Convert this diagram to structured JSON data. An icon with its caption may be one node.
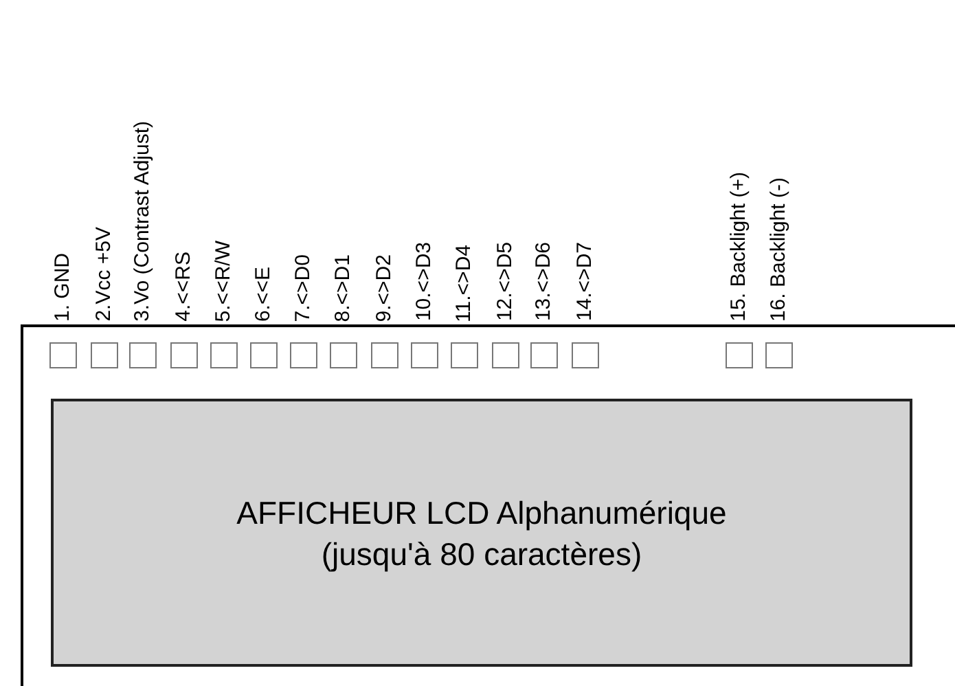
{
  "diagram": {
    "nodes": [
      {
        "text": [],
        "shape": "box"
      },
      {
        "text": [
          "1. GND"
        ],
        "in": 0
      },
      {
        "text": [
          "2.Vcc +5V"
        ],
        "in": 0
      },
      {
        "text": [
          "3.Vo (Contrast Adjust)"
        ],
        "in": 0
      },
      {
        "text": [
          "4.<<RS"
        ],
        "in": 0
      },
      {
        "text": [
          "5.<<R/W"
        ],
        "in": 0
      },
      {
        "text": [
          "6.<<E"
        ],
        "in": 0
      },
      {
        "text": [
          "7.<>D0"
        ],
        "in": 0
      },
      {
        "text": [
          "8.<>D1"
        ],
        "in": 0
      },
      {
        "text": [
          "9.<>D2"
        ],
        "in": 0
      },
      {
        "text": [
          "10.<>D3"
        ],
        "in": 0
      },
      {
        "text": [
          "11.<>D4"
        ],
        "in": 0
      },
      {
        "text": [
          "12.<>D5"
        ],
        "in": 0
      },
      {
        "text": [
          "13.<>D6"
        ],
        "in": 0
      },
      {
        "text": [
          "14.<>D7"
        ],
        "in": 0
      },
      {
        "text": [
          "15. Backlight (+)"
        ],
        "in": 0
      },
      {
        "text": [
          "16. Backlight (-)"
        ],
        "in": 0
      },
      {
        "text": [
          "AFFICHEUR LCD Alphanumérique",
          "(jusqu'à 80 caractères)"
        ],
        "in": 0
      }
    ]
  }
}
